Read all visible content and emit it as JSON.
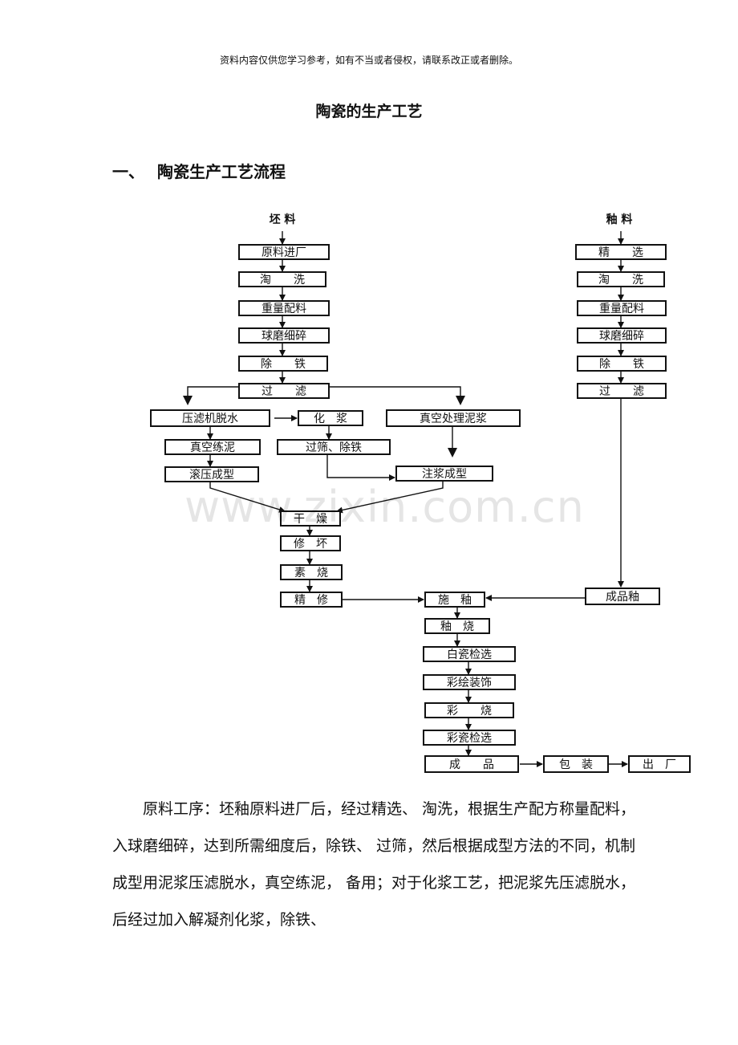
{
  "header": {
    "disclaimer": "资料内容仅供您学习参考，如有不当或者侵权，请联系改正或者删除。"
  },
  "document": {
    "title": "陶瓷的生产工艺",
    "section": {
      "number": "一、",
      "title": "陶瓷生产工艺流程"
    },
    "paragraph": "原料工序：坯釉原料进厂后，经过精选、 淘洗，根据生产配方称量配料，入球磨细碎，达到所需细度后，除铁、 过筛，然后根据成型方法的不同，机制成型用泥浆压滤脱水，真空练泥， 备用；对于化浆工艺，把泥浆先压滤脱水，后经过加入解凝剂化浆，除铁、"
  },
  "watermark": "www.zixin.com.cn",
  "flowchart": {
    "nodes": [
      {
        "id": "body_label",
        "label": "坯 料",
        "boxed": false
      },
      {
        "id": "raw_in",
        "label": "原料进厂"
      },
      {
        "id": "wash1",
        "label": "淘　　洗"
      },
      {
        "id": "weigh1",
        "label": "重量配料"
      },
      {
        "id": "mill1",
        "label": "球磨细碎"
      },
      {
        "id": "iron1",
        "label": "除　　铁"
      },
      {
        "id": "filter1",
        "label": "过　　滤"
      },
      {
        "id": "press",
        "label": "压滤机脱水"
      },
      {
        "id": "vacmix",
        "label": "真空练泥"
      },
      {
        "id": "roll",
        "label": "滚压成型"
      },
      {
        "id": "slurry",
        "label": "化　浆"
      },
      {
        "id": "sieve",
        "label": "过筛、除铁"
      },
      {
        "id": "vacslurry",
        "label": "真空处理泥浆"
      },
      {
        "id": "cast",
        "label": "注浆成型"
      },
      {
        "id": "dry",
        "label": "干　燥"
      },
      {
        "id": "trim",
        "label": "修　坏"
      },
      {
        "id": "bisque",
        "label": "素　烧"
      },
      {
        "id": "finish",
        "label": "精　修"
      },
      {
        "id": "glaze_label",
        "label": "釉 料",
        "boxed": false
      },
      {
        "id": "select2",
        "label": "精　　选"
      },
      {
        "id": "wash2",
        "label": "淘　　洗"
      },
      {
        "id": "weigh2",
        "label": "重量配料"
      },
      {
        "id": "mill2",
        "label": "球磨细碎"
      },
      {
        "id": "iron2",
        "label": "除　　铁"
      },
      {
        "id": "filter2",
        "label": "过　　滤"
      },
      {
        "id": "glaze_ready",
        "label": "成品釉"
      },
      {
        "id": "apply_glaze",
        "label": "施　釉"
      },
      {
        "id": "glaze_fire",
        "label": "釉　烧"
      },
      {
        "id": "inspect1",
        "label": "白瓷检选"
      },
      {
        "id": "decorate",
        "label": "彩绘装饰"
      },
      {
        "id": "color_fire",
        "label": "彩　　烧"
      },
      {
        "id": "inspect2",
        "label": "彩瓷检选"
      },
      {
        "id": "product",
        "label": "成　　品"
      },
      {
        "id": "pack",
        "label": "包　装"
      },
      {
        "id": "ship",
        "label": "出　厂"
      }
    ]
  }
}
